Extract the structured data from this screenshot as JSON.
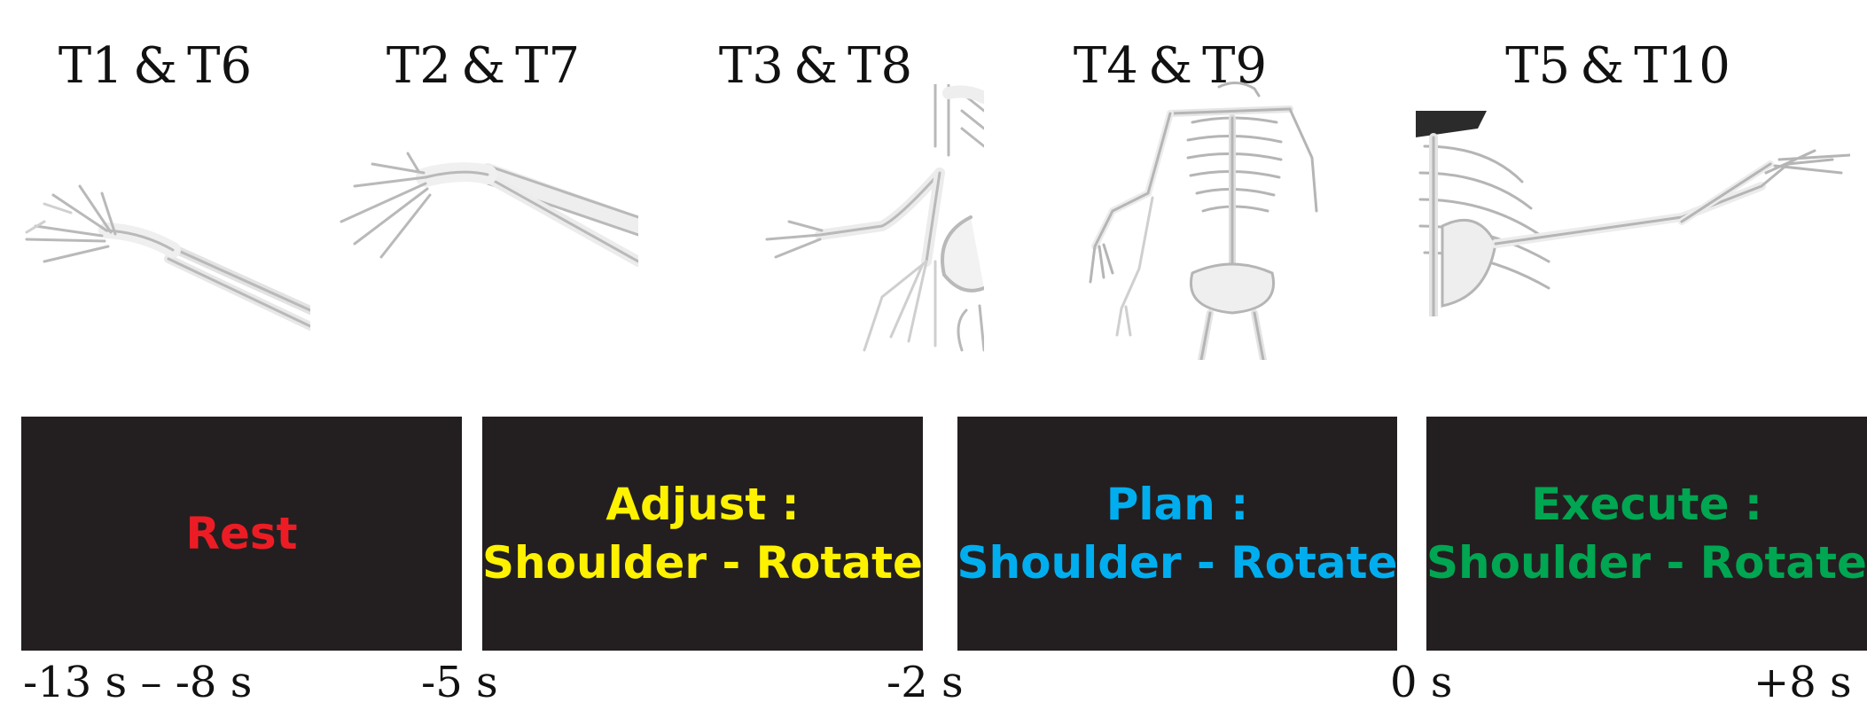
{
  "trial_labels": [
    "T1 & T6",
    "T2 & T7",
    "T3 & T8",
    "T4 & T9",
    "T5 & T10"
  ],
  "illustrations": [
    "forearm-hand-skeleton",
    "arm-hand-skeleton",
    "arm-reach-skeleton",
    "full-torso-skeleton",
    "shoulder-arm-raised-skeleton"
  ],
  "phases": [
    {
      "lines": [
        "Rest"
      ],
      "color": "#ed1c24"
    },
    {
      "lines": [
        "Adjust :",
        "Shoulder - Rotate"
      ],
      "color": "#fff200"
    },
    {
      "lines": [
        "Plan :",
        "Shoulder - Rotate"
      ],
      "color": "#00aeef"
    },
    {
      "lines": [
        "Execute :",
        "Shoulder - Rotate"
      ],
      "color": "#00a651"
    }
  ],
  "panel_background": "#231f20",
  "time_ticks": [
    "-13 s – -8 s",
    "-5 s",
    "-2 s",
    "0 s",
    "+8 s"
  ]
}
